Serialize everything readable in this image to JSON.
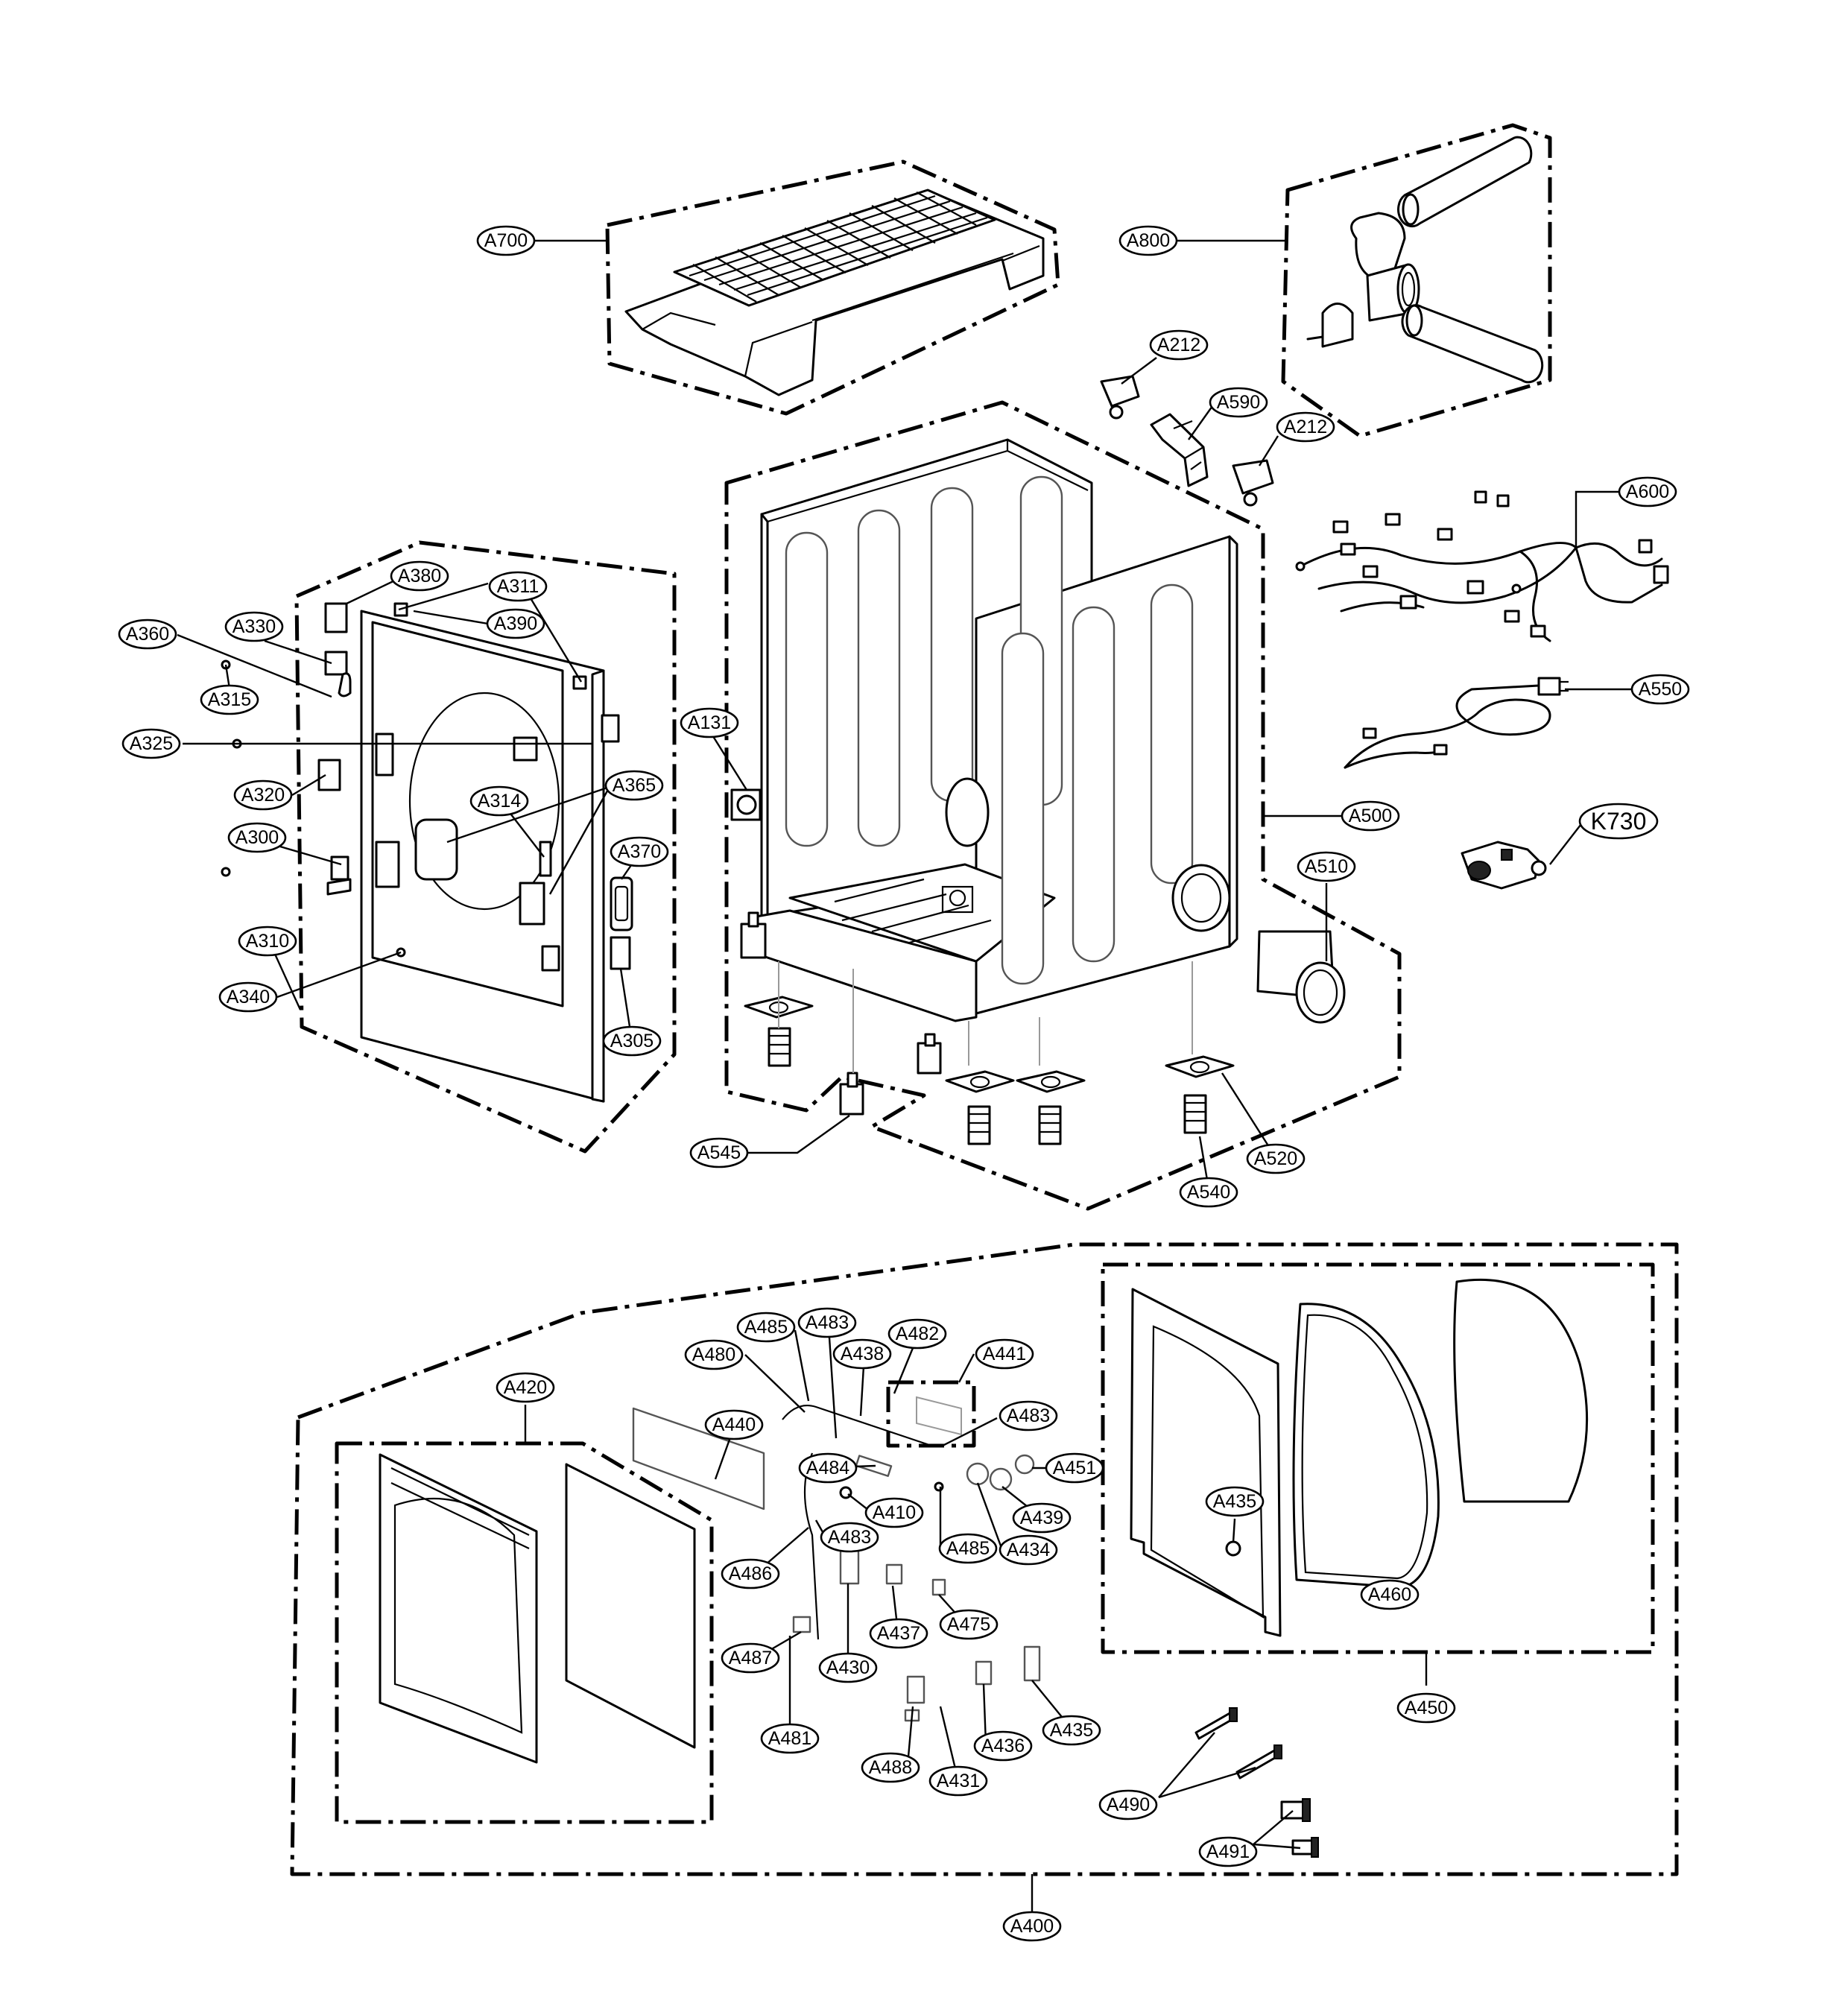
{
  "callouts": [
    {
      "id": "A700",
      "label": "A700"
    },
    {
      "id": "A800",
      "label": "A800"
    },
    {
      "id": "A212-1",
      "label": "A212"
    },
    {
      "id": "A590",
      "label": "A590"
    },
    {
      "id": "A212-2",
      "label": "A212"
    },
    {
      "id": "A600",
      "label": "A600"
    },
    {
      "id": "A550",
      "label": "A550"
    },
    {
      "id": "K730",
      "label": "K730"
    },
    {
      "id": "A500",
      "label": "A500"
    },
    {
      "id": "A510",
      "label": "A510"
    },
    {
      "id": "A131",
      "label": "A131"
    },
    {
      "id": "A520",
      "label": "A520"
    },
    {
      "id": "A540",
      "label": "A540"
    },
    {
      "id": "A545",
      "label": "A545"
    },
    {
      "id": "A380",
      "label": "A380"
    },
    {
      "id": "A311",
      "label": "A311"
    },
    {
      "id": "A390",
      "label": "A390"
    },
    {
      "id": "A360",
      "label": "A360"
    },
    {
      "id": "A330",
      "label": "A330"
    },
    {
      "id": "A315",
      "label": "A315"
    },
    {
      "id": "A325",
      "label": "A325"
    },
    {
      "id": "A320",
      "label": "A320"
    },
    {
      "id": "A314",
      "label": "A314"
    },
    {
      "id": "A365",
      "label": "A365"
    },
    {
      "id": "A300",
      "label": "A300"
    },
    {
      "id": "A370",
      "label": "A370"
    },
    {
      "id": "A310",
      "label": "A310"
    },
    {
      "id": "A340",
      "label": "A340"
    },
    {
      "id": "A305",
      "label": "A305"
    },
    {
      "id": "A485-1",
      "label": "A485"
    },
    {
      "id": "A483-1",
      "label": "A483"
    },
    {
      "id": "A482",
      "label": "A482"
    },
    {
      "id": "A480",
      "label": "A480"
    },
    {
      "id": "A438",
      "label": "A438"
    },
    {
      "id": "A441",
      "label": "A441"
    },
    {
      "id": "A420",
      "label": "A420"
    },
    {
      "id": "A440",
      "label": "A440"
    },
    {
      "id": "A483-2",
      "label": "A483"
    },
    {
      "id": "A484",
      "label": "A484"
    },
    {
      "id": "A451",
      "label": "A451"
    },
    {
      "id": "A410",
      "label": "A410"
    },
    {
      "id": "A439",
      "label": "A439"
    },
    {
      "id": "A483-3",
      "label": "A483"
    },
    {
      "id": "A485-2",
      "label": "A485"
    },
    {
      "id": "A434",
      "label": "A434"
    },
    {
      "id": "A486",
      "label": "A486"
    },
    {
      "id": "A437",
      "label": "A437"
    },
    {
      "id": "A475",
      "label": "A475"
    },
    {
      "id": "A487",
      "label": "A487"
    },
    {
      "id": "A430",
      "label": "A430"
    },
    {
      "id": "A481",
      "label": "A481"
    },
    {
      "id": "A436",
      "label": "A436"
    },
    {
      "id": "A435-1",
      "label": "A435"
    },
    {
      "id": "A488",
      "label": "A488"
    },
    {
      "id": "A431",
      "label": "A431"
    },
    {
      "id": "A435-2",
      "label": "A435"
    },
    {
      "id": "A460",
      "label": "A460"
    },
    {
      "id": "A450",
      "label": "A450"
    },
    {
      "id": "A490",
      "label": "A490"
    },
    {
      "id": "A491",
      "label": "A491"
    },
    {
      "id": "A400",
      "label": "A400"
    }
  ]
}
